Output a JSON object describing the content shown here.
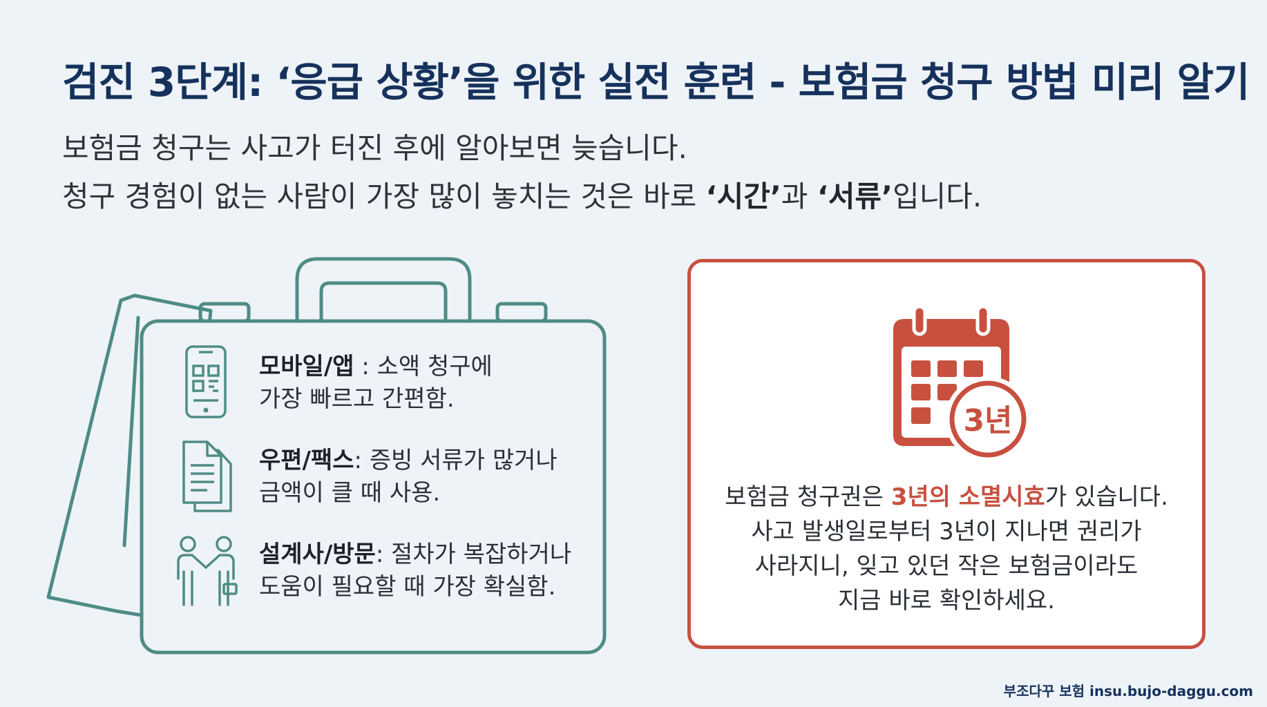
{
  "title": "검진 3단계: ‘응급 상황’을 위한 실전 훈련 - 보험금 청구 방법 미리 알기",
  "intro": {
    "line1": "보험금 청구는 사고가 터진 후에 알아보면 늦습니다.",
    "line2_before": "청구 경험이 없는 사람이 가장 많이 놓치는 것은 바로 ",
    "line2_em1": "‘시간’",
    "line2_mid": "과 ",
    "line2_em2": "‘서류’",
    "line2_after": "입니다."
  },
  "methods": [
    {
      "icon": "mobile-phone-icon",
      "title": "모바일/앱",
      "sep": " : ",
      "desc1": "소액 청구에",
      "desc2": "가장 빠르고 간편함."
    },
    {
      "icon": "document-icon",
      "title": "우편/팩스",
      "sep": ": ",
      "desc1": "증빙 서류가 많거나",
      "desc2": "금액이 클 때 사용."
    },
    {
      "icon": "handshake-icon",
      "title": "설계사/방문",
      "sep": ": ",
      "desc1": "절차가 복잡하거나",
      "desc2": "도움이 필요할 때 가장 확실함."
    }
  ],
  "notice": {
    "calendar_icon": "calendar-icon",
    "badge": "3년",
    "l1_before": "보험금 청구권은 ",
    "l1_hl": "3년의 소멸시효",
    "l1_after": "가 있습니다.",
    "l2": "사고 발생일로부터 3년이 지나면 권리가",
    "l3": "사라지니, 잊고 있던 작은 보험금이라도",
    "l4": "지금 바로 확인하세요."
  },
  "footer": "부조다꾸 보험 insu.bujo-daggu.com",
  "colors": {
    "navy": "#16325c",
    "teal": "#4e8c86",
    "red": "#c8503f",
    "background": "#eef3f8"
  }
}
